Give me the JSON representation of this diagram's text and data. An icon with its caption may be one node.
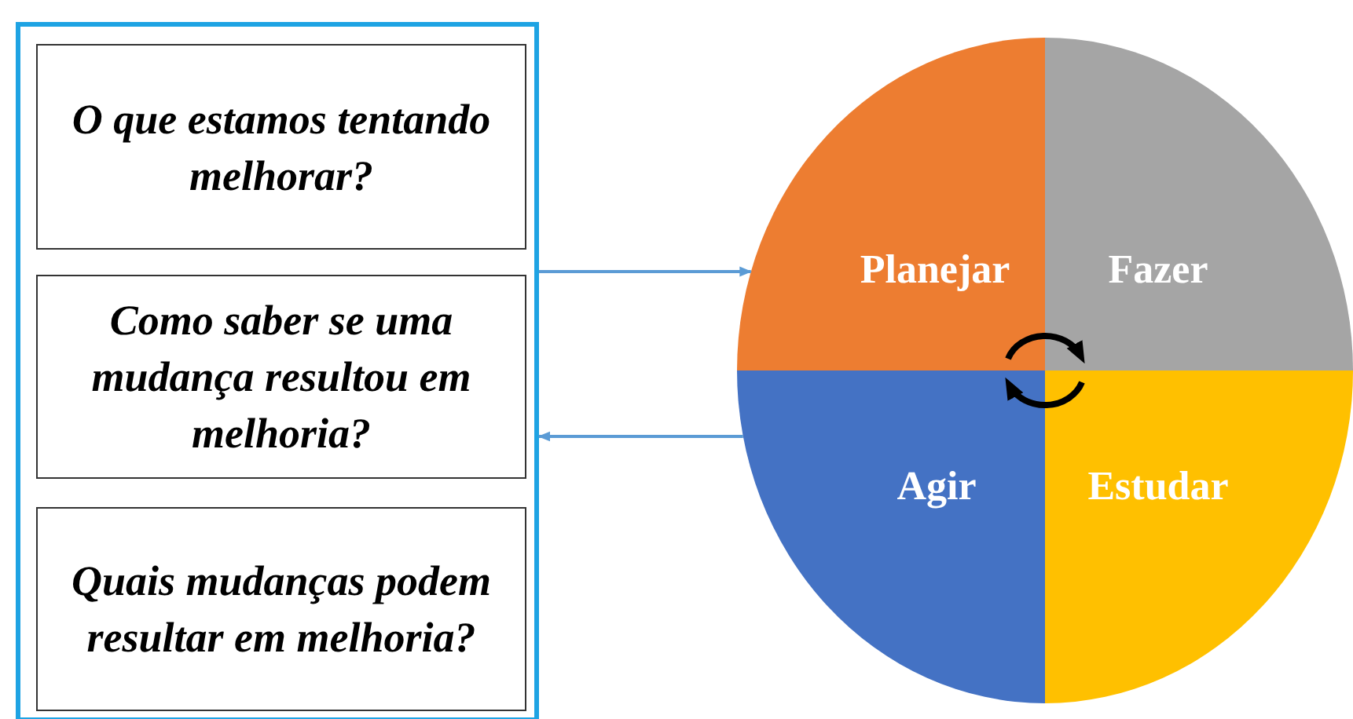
{
  "diagram": {
    "nodes": [
      {
        "text": [],
        "shape": "box"
      },
      {
        "text": [
          "O que estamos tentando melhorar?"
        ],
        "in": 0
      },
      {
        "text": [
          "Como saber se uma mudança resultou em melhoria?"
        ],
        "in": 0
      },
      {
        "text": [
          "Quais mudanças podem resultar em melhoria?"
        ],
        "in": 0
      },
      {
        "text": [
          "Planejar"
        ]
      },
      {
        "text": [
          "Fazer"
        ]
      },
      {
        "text": [
          "Agir"
        ]
      },
      {
        "text": [
          "Estudar"
        ]
      }
    ],
    "edges": [
      {
        "from": 0,
        "to": 4,
        "arrow": "to",
        "color": "#5b9bd5"
      },
      {
        "from": 6,
        "to": 0,
        "arrow": "to",
        "color": "#5b9bd5"
      },
      {
        "from": 4,
        "to": 5,
        "arrow": "to",
        "style": "thick",
        "color": "#000000"
      },
      {
        "from": 7,
        "to": 6,
        "arrow": "to",
        "style": "thick",
        "color": "#000000"
      }
    ]
  }
}
